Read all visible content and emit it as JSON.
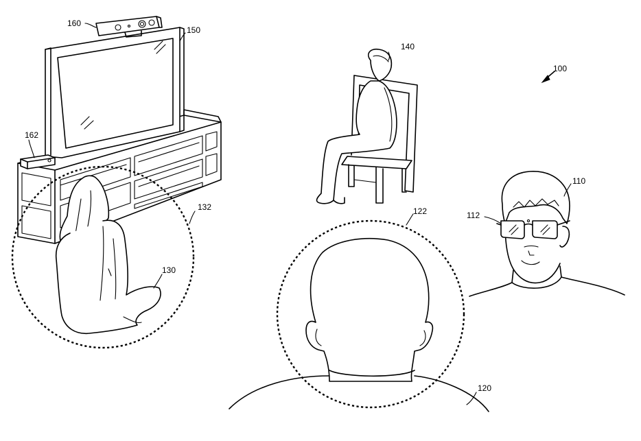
{
  "labels": {
    "system": "100",
    "viewer_with_glasses": "110",
    "glasses": "112",
    "viewer_rear": "120",
    "viewer_rear_region": "122",
    "viewer_floor": "130",
    "viewer_floor_region": "132",
    "viewer_chair": "140",
    "display": "150",
    "camera_sensor": "160",
    "console": "162"
  }
}
